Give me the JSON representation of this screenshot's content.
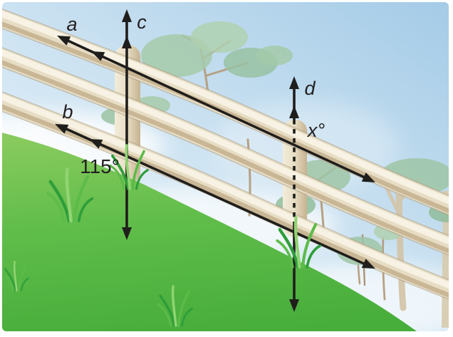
{
  "figure": {
    "kind": "parallel-lines-transversal-fence-diagram"
  },
  "labels": {
    "line_a": "a",
    "line_b": "b",
    "line_c": "c",
    "line_d": "d",
    "angle_x": "x°",
    "angle_given": "115°"
  },
  "colors": {
    "line_black": "#1f1e1c",
    "sky_top": "#a9cde8",
    "sky_bottom": "#eaf4fa",
    "grass_top": "#8acb5e",
    "grass_bottom": "#47ad3b",
    "rail_light": "#f7f2e3",
    "rail_base": "#e7ddc4",
    "rail_shadow": "#c9b695",
    "foliage": "#9cc4a2",
    "trunk": "#b69c7e"
  }
}
